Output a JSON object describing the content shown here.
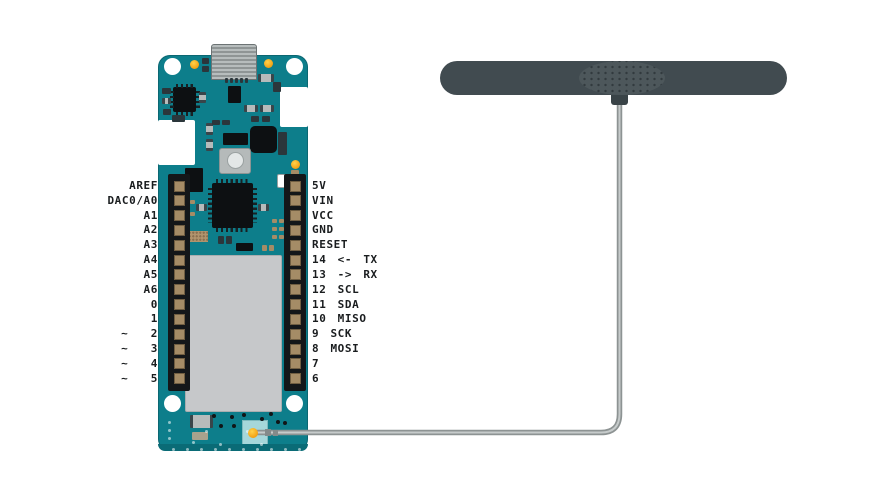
{
  "board": {
    "pins": {
      "left": [
        "AREF",
        "DAC0/A0",
        "A1",
        "A2",
        "A3",
        "A4",
        "A5",
        "A6",
        "0",
        "1",
        "~  2",
        "~  3",
        "~  4",
        "~  5"
      ],
      "right": [
        "5V",
        "VIN",
        "VCC",
        "GND",
        "RESET",
        "14 <- TX",
        "13 -> RX",
        "12 SCL",
        "11 SDA",
        "10 MISO",
        "9 SCK",
        "8 MOSI",
        "7",
        "6"
      ]
    }
  },
  "colors": {
    "background": "#ffffff",
    "board_teal": "#0d7e8b",
    "board_edge_dark": "#0a6b76",
    "shield_gray": "#c6c8ca",
    "header_black": "#141719",
    "pad_tan": "#a58c66",
    "label_text": "#1a1d1f",
    "led_orange": "#f2a113",
    "antenna_body": "#414b50",
    "antenna_label_oval": "#4d575b",
    "cable_gray": "#8d9393",
    "cable_core": "#c6cbcb",
    "ufl_pale_teal": "#a6d7da",
    "usb_gray": "#9aa0a0",
    "connector_white": "#ffffff"
  }
}
